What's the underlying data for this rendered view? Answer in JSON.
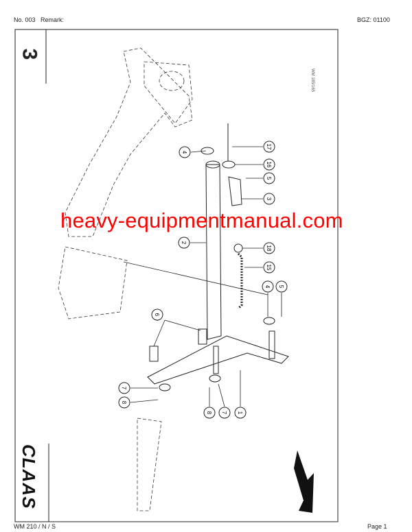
{
  "header": {
    "number": "No. 003",
    "remark_label": "Remark:",
    "bgz": "BGZ: 01100"
  },
  "footer": {
    "model": "WM 210 / N / S",
    "page": "Page 1"
  },
  "sheet": {
    "number": "3",
    "drawing_ref": "WM 185/165"
  },
  "brand": {
    "logo_text": "CLAAS"
  },
  "watermark": {
    "text": "heavy-equipmentmanual.com",
    "color": "#ff0000"
  },
  "callouts": [
    "4",
    "17",
    "16",
    "5",
    "3",
    "2",
    "18",
    "15",
    "4",
    "5",
    "6",
    "7",
    "8",
    "8",
    "7",
    "1"
  ]
}
